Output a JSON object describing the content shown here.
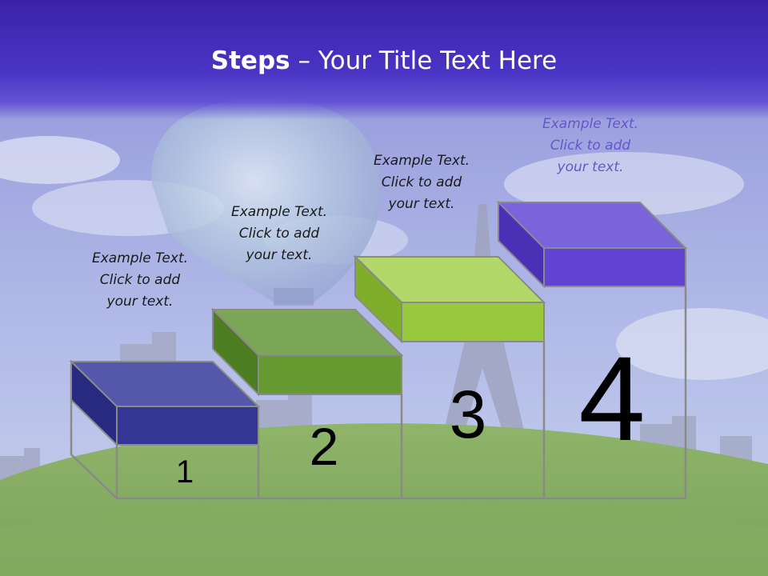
{
  "slide": {
    "title_bold": "Steps",
    "title_rest": " – Your Title Text Here",
    "steps": [
      {
        "number": "1",
        "caption_line1": "Example Text.",
        "caption_line2": "Click  to add",
        "caption_line3": "your text.",
        "color": "#3a3a9c"
      },
      {
        "number": "2",
        "caption_line1": "Example Text.",
        "caption_line2": "Click  to add",
        "caption_line3": "your text.",
        "color": "#6a9a32"
      },
      {
        "number": "3",
        "caption_line1": "Example Text.",
        "caption_line2": "Click  to add",
        "caption_line3": "your text.",
        "color": "#93c83a"
      },
      {
        "number": "4",
        "caption_line1": "Example Text.",
        "caption_line2": "Click  to add",
        "caption_line3": "your text.",
        "color": "#6a4ed4"
      }
    ]
  }
}
